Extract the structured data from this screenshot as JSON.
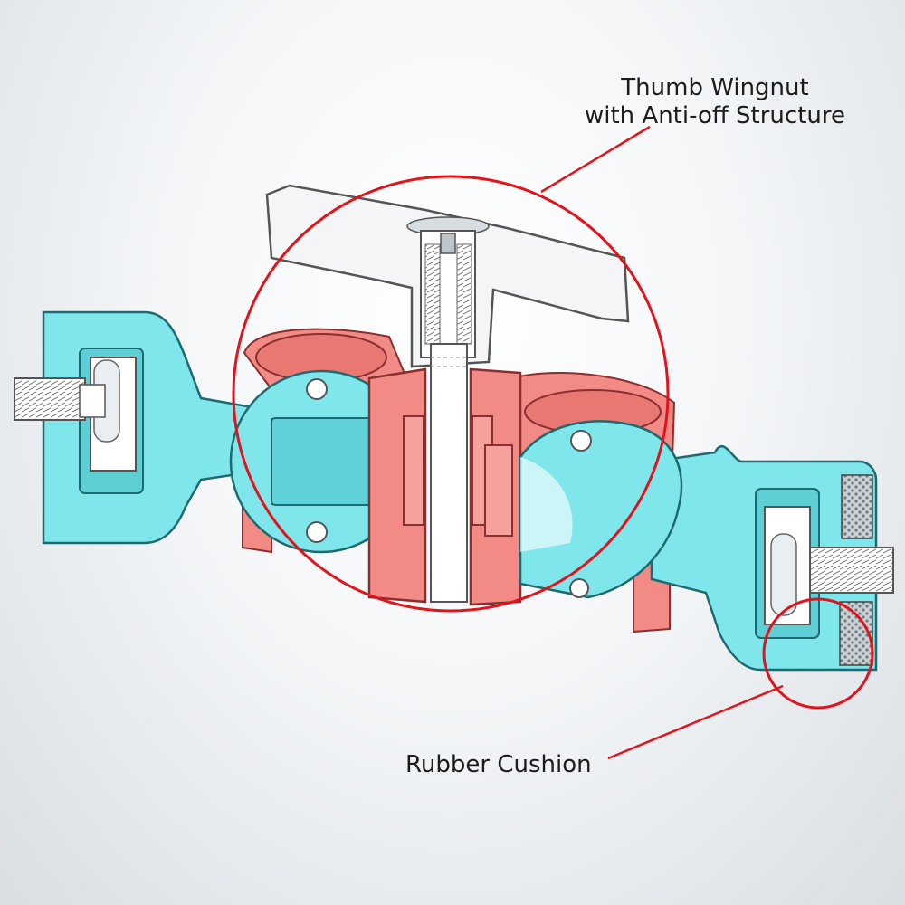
{
  "callouts": {
    "wingnut": {
      "line1": "Thumb Wingnut",
      "line2": "with Anti-off Structure"
    },
    "rubber": {
      "text": "Rubber Cushion"
    }
  },
  "colors": {
    "clamp_body": "#7fe6ec",
    "clamp_edge": "#1e6a70",
    "center_block": "#f28a86",
    "center_edge": "#8a2e2e",
    "wingnut": "#f3f5f7",
    "wingnut_edge": "#555555",
    "callout_red": "#e0141a",
    "rubber_pad": "#8a9499"
  },
  "icons": {
    "hero": "clamp-cross-section-illustration",
    "rubber": "rubber-pad-texture"
  }
}
